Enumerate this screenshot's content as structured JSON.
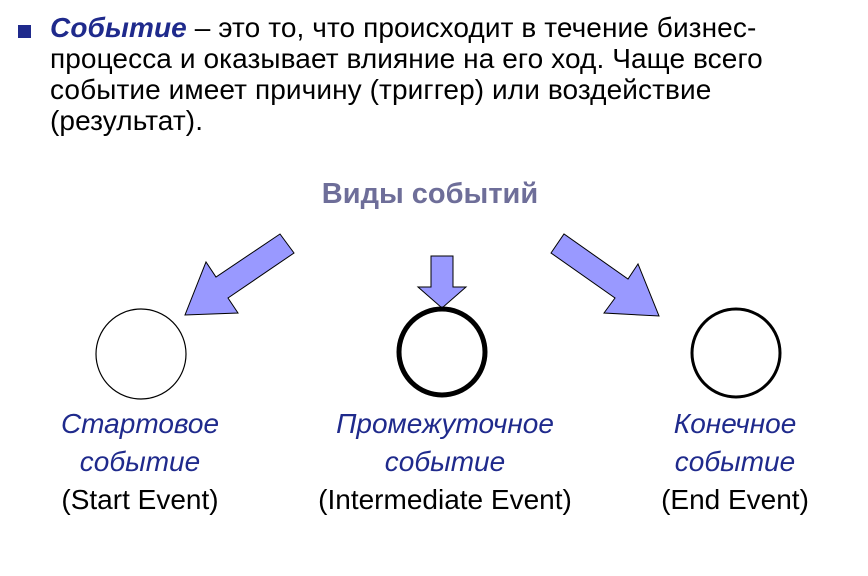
{
  "definition": {
    "term": "Событие",
    "text": " – это то, что происходит в течение бизнес-процесса и оказывает влияние на его ход. Чаще всего событие имеет причину (триггер) или воздействие (результат)."
  },
  "heading": "Виды событий",
  "events": [
    {
      "ru_line1": "Стартовое",
      "ru_line2": "событие",
      "en": "(Start Event)"
    },
    {
      "ru_line1": "Промежуточное",
      "ru_line2": "событие",
      "en": "(Intermediate Event)"
    },
    {
      "ru_line1": "Конечное",
      "ru_line2": "событие",
      "en": "(End Event)"
    }
  ],
  "colors": {
    "accent_text": "#1f2a8c",
    "heading": "#6e6e99",
    "arrow_fill": "#9999ff"
  }
}
